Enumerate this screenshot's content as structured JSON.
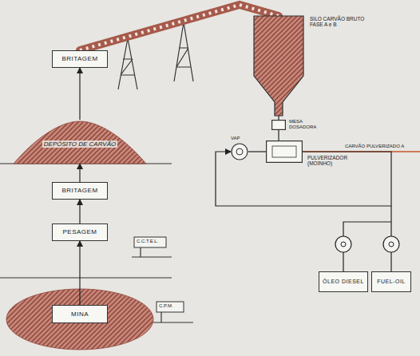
{
  "diagram": {
    "nodes": [
      {
        "text": [
          "MINA"
        ]
      },
      {
        "text": [
          "PESAGEM"
        ]
      },
      {
        "text": [
          "BRITAGEM"
        ]
      },
      {
        "text": [
          "DEPÓSITO DE CARVÃO"
        ]
      },
      {
        "text": [
          "BRITAGEM"
        ]
      },
      {
        "text": [
          "SILO CARVÃO BRUTO FASE A e B"
        ]
      },
      {
        "text": [
          "MESA DOSADORA"
        ]
      },
      {
        "text": [
          "VAP"
        ]
      },
      {
        "text": [
          "PULVERIZADOR (MOINHO)"
        ]
      },
      {
        "text": [
          "ÓLEO DIESEL"
        ]
      },
      {
        "text": [
          "FUEL-OIL"
        ]
      }
    ],
    "edges": [
      {
        "from": 0,
        "to": 1,
        "arrow": "to"
      },
      {
        "from": 1,
        "to": 2,
        "arrow": "to"
      },
      {
        "from": 2,
        "to": 3,
        "arrow": "to"
      },
      {
        "from": 3,
        "to": 4,
        "arrow": "to"
      },
      {
        "from": 4,
        "to": 5,
        "arrow": "none"
      },
      {
        "from": 5,
        "to": 6,
        "arrow": "none"
      },
      {
        "from": 6,
        "to": 8,
        "arrow": "none"
      },
      {
        "from": 7,
        "to": 8,
        "arrow": "none"
      },
      {
        "from": 8,
        "to": 7,
        "arrow": "to"
      }
    ],
    "labels": [
      "CARVÃO PULVERIZADO A",
      "C.C.T.E.L.",
      "C.P.M."
    ]
  }
}
